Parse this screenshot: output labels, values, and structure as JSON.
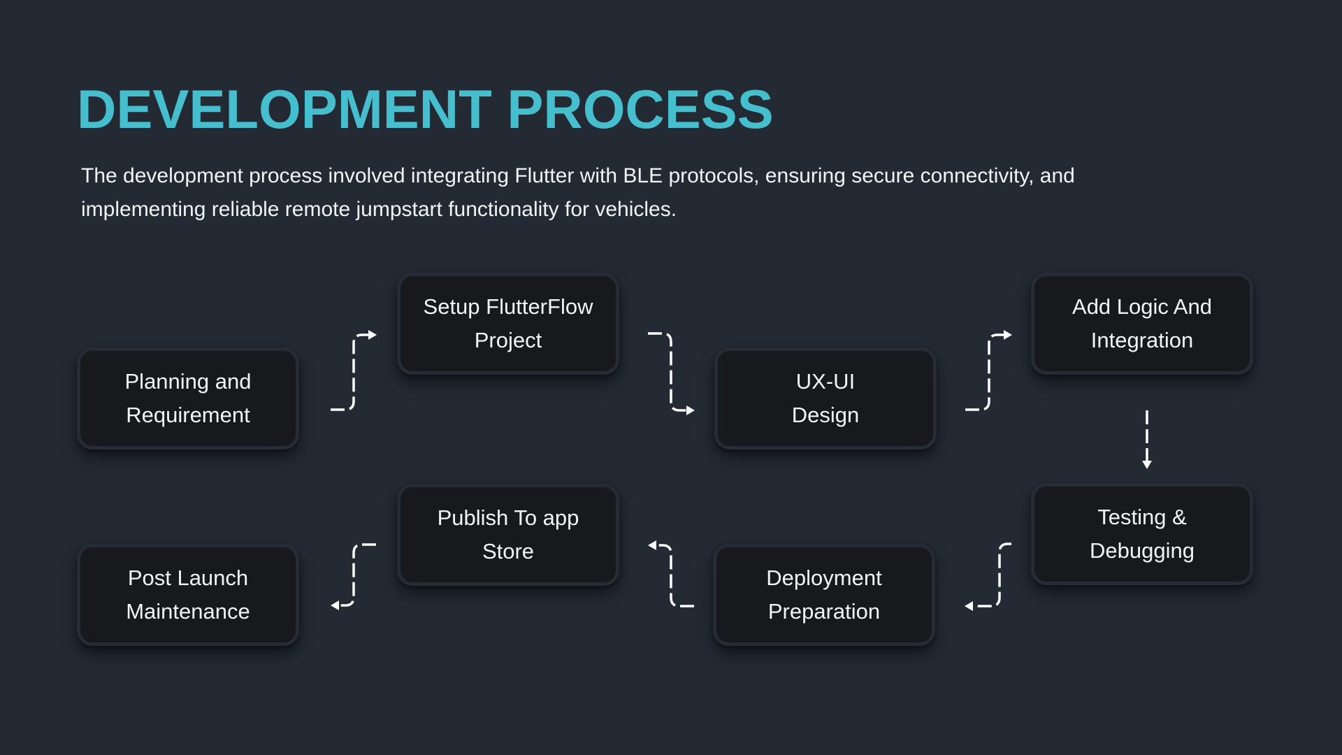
{
  "header": {
    "title": "DEVELOPMENT PROCESS",
    "description_lines": [
      "The development process involved integrating Flutter with BLE protocols, ensuring secure connectivity, and",
      "implementing reliable remote jumpstart functionality for vehicles."
    ]
  },
  "colors": {
    "background": "#232a34",
    "title": "#45bfcd",
    "box_fill": "#17191c",
    "box_border": "#262c36",
    "text": "#f2f4f6",
    "connector": "#ffffff"
  },
  "steps": [
    {
      "id": "planning",
      "lines": [
        "Planning and",
        "Requirement"
      ]
    },
    {
      "id": "setup",
      "lines": [
        "Setup FlutterFlow",
        "Project"
      ]
    },
    {
      "id": "ux-ui",
      "lines": [
        "UX-UI",
        "Design"
      ]
    },
    {
      "id": "logic",
      "lines": [
        "Add Logic And",
        "Integration"
      ]
    },
    {
      "id": "testing",
      "lines": [
        "Testing &",
        "Debugging"
      ]
    },
    {
      "id": "deployment",
      "lines": [
        "Deployment",
        "Preparation"
      ]
    },
    {
      "id": "publish",
      "lines": [
        "Publish To app",
        "Store"
      ]
    },
    {
      "id": "post-launch",
      "lines": [
        "Post Launch",
        "Maintenance"
      ]
    }
  ],
  "flow": [
    {
      "from": "planning",
      "to": "setup",
      "style": "dashed-arrow"
    },
    {
      "from": "setup",
      "to": "ux-ui",
      "style": "dashed-arrow"
    },
    {
      "from": "ux-ui",
      "to": "logic",
      "style": "dashed-arrow"
    },
    {
      "from": "logic",
      "to": "testing",
      "style": "dashed-arrow"
    },
    {
      "from": "testing",
      "to": "deployment",
      "style": "dashed-arrow"
    },
    {
      "from": "deployment",
      "to": "publish",
      "style": "dashed-arrow"
    },
    {
      "from": "publish",
      "to": "post-launch",
      "style": "dashed-arrow"
    }
  ]
}
